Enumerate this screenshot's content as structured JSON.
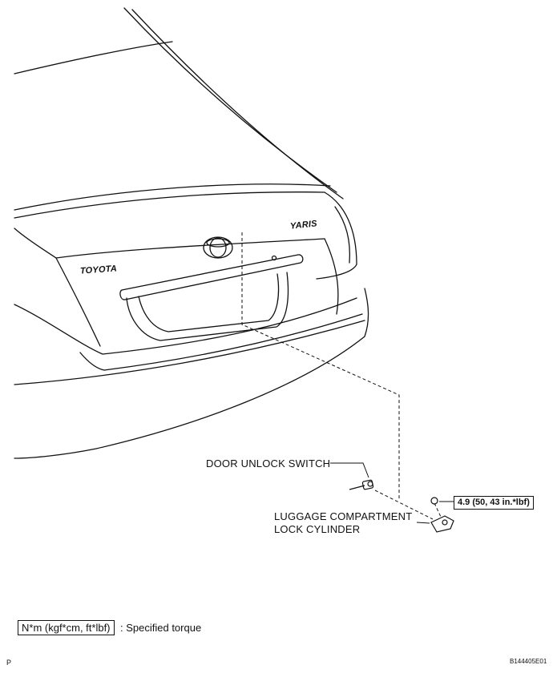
{
  "labels": {
    "door_unlock_switch": "DOOR UNLOCK SWITCH",
    "luggage_line1": "LUGGAGE COMPARTMENT",
    "luggage_line2": "LOCK CYLINDER",
    "torque_value": "4.9 (50, 43 in.*lbf)",
    "badge_left": "TOYOTA",
    "badge_right": "YARIS"
  },
  "legend": {
    "units": "N*m (kgf*cm, ft*lbf)",
    "description": ": Specified torque"
  },
  "footer": {
    "page_mark": "P",
    "figure_code": "B144405E01"
  }
}
